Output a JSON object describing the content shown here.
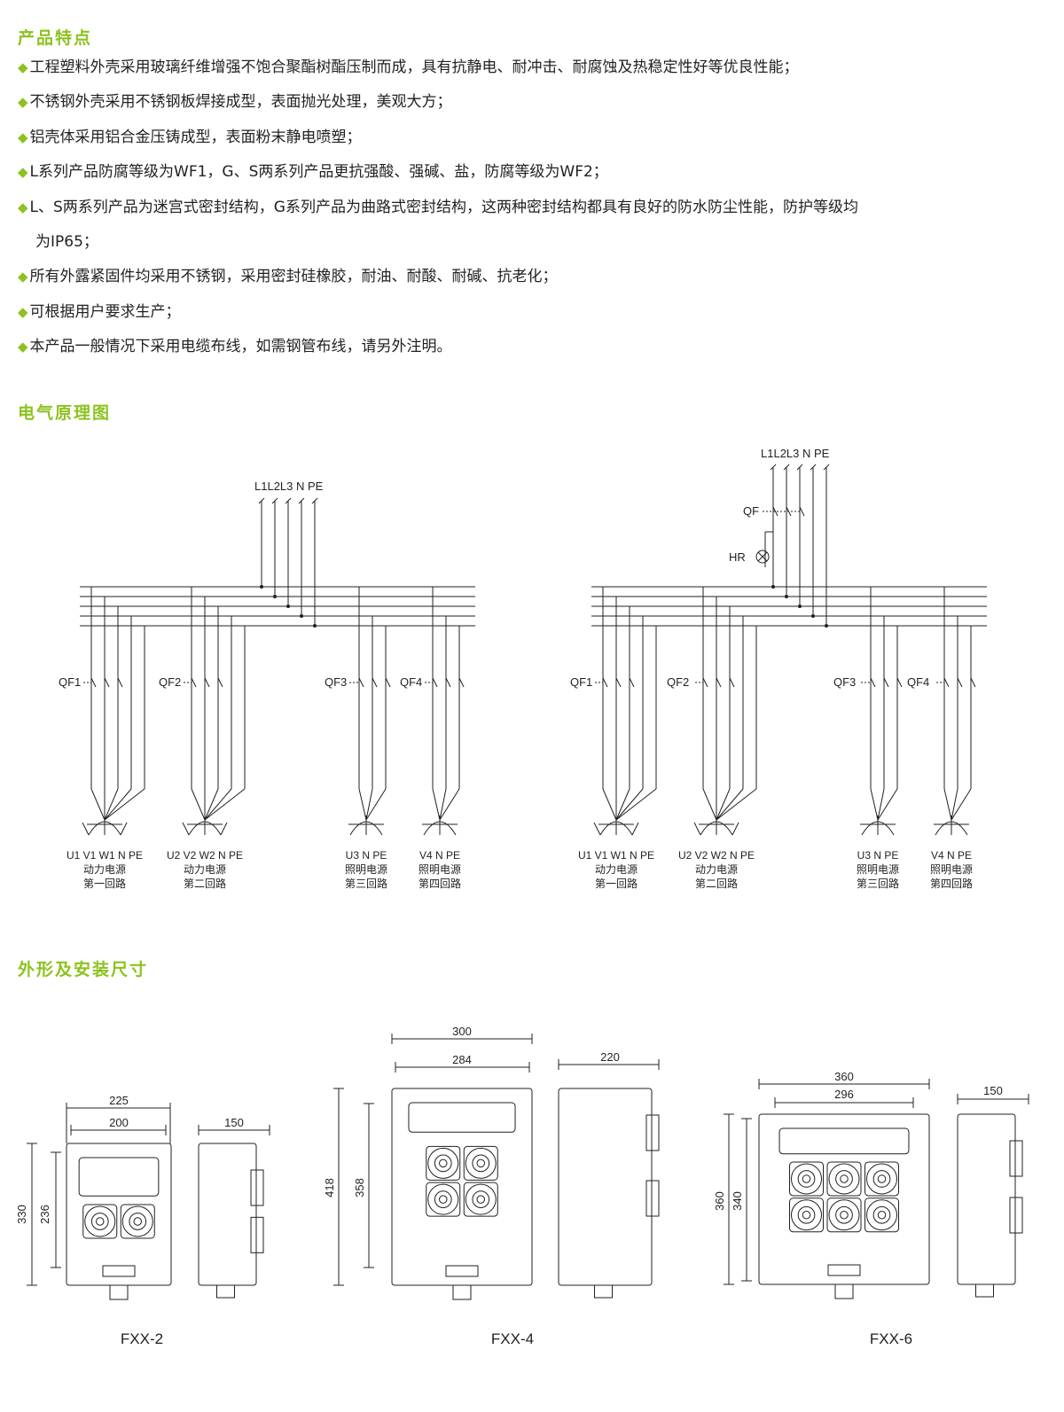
{
  "sections": {
    "features": "产品特点",
    "schematic": "电气原理图",
    "dimensions": "外形及安装尺寸"
  },
  "features": [
    {
      "text": "工程塑料外壳采用玻璃纤维增强不饱合聚酯树酯压制而成，具有抗静电、耐冲击、耐腐蚀及热稳定性好等优良性能；"
    },
    {
      "text": "不锈钢外壳采用不锈钢板焊接成型，表面抛光处理，美观大方；"
    },
    {
      "text": "铝壳体采用铝合金压铸成型，表面粉末静电喷塑；"
    },
    {
      "text": "L系列产品防腐等级为WF1，G、S两系列产品更抗强酸、强碱、盐，防腐等级为WF2；"
    },
    {
      "text": "L、S两系列产品为迷宫式密封结构，G系列产品为曲路式密封结构，这两种密封结构都具有良好的防水防尘性能，防护等级均",
      "cont": "为IP65；"
    },
    {
      "text": "所有外露紧固件均采用不锈钢，采用密封硅橡胶，耐油、耐酸、耐碱、抗老化；"
    },
    {
      "text": "可根据用户要求生产；"
    },
    {
      "text": "本产品一般情况下采用电缆布线，如需钢管布线，请另外注明。"
    }
  ],
  "bullet_icon": "diamond-icon",
  "accent_color": "#8dc21f",
  "schematic": {
    "incoming": "L1L2L3 N PE",
    "main_breaker": "QF",
    "indicator": "HR",
    "circuits": [
      {
        "breaker": "QF1",
        "terminals": "U1 V1 W1 N PE",
        "type": "动力电源",
        "loop": "第一回路"
      },
      {
        "breaker": "QF2",
        "terminals": "U2 V2 W2 N PE",
        "type": "动力电源",
        "loop": "第二回路"
      },
      {
        "breaker": "QF3",
        "terminals": "U3 N PE",
        "type": "照明电源",
        "loop": "第三回路"
      },
      {
        "breaker": "QF4",
        "terminals": "V4 N PE",
        "type": "照明电源",
        "loop": "第四回路"
      }
    ]
  },
  "models": [
    {
      "name": "FXX-2",
      "width": "225",
      "mount_width": "200",
      "height": "330",
      "mount_height": "236",
      "depth": "150"
    },
    {
      "name": "FXX-4",
      "width": "300",
      "mount_width": "284",
      "height": "418",
      "mount_height": "358",
      "depth": "220"
    },
    {
      "name": "FXX-6",
      "width": "360",
      "mount_width": "296",
      "height": "360",
      "mount_height": "340",
      "depth": "150"
    }
  ]
}
